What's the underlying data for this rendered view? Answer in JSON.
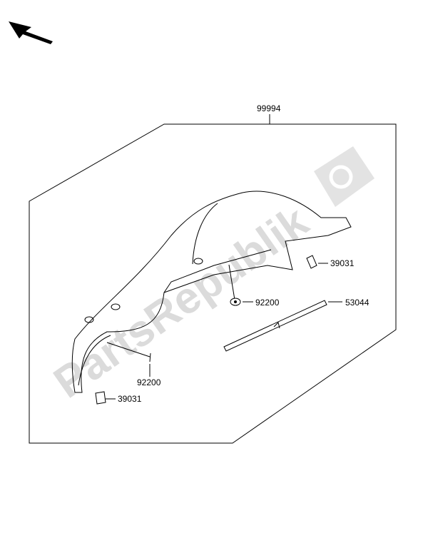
{
  "diagram": {
    "kit_part": "99994",
    "parts": {
      "clip_right": "39031",
      "washer_right": "92200",
      "tube": "53044",
      "pin_bottom": "92200",
      "clip_bottom": "39031"
    },
    "watermark": "PartsRepublik"
  }
}
